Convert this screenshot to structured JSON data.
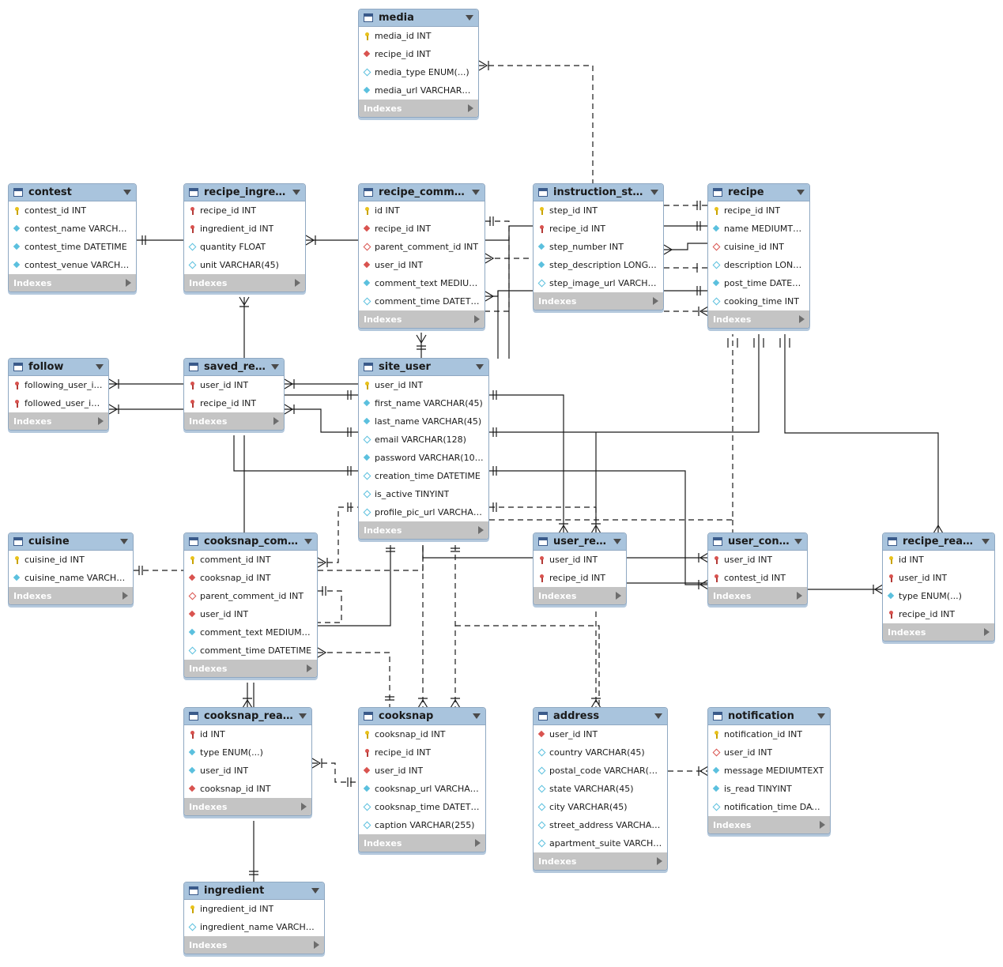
{
  "ui": {
    "indexes_label": "Indexes"
  },
  "tables": [
    {
      "id": "media",
      "title": "media",
      "cols": [
        {
          "t": "pk",
          "label": "media_id INT"
        },
        {
          "t": "fk",
          "label": "recipe_id INT"
        },
        {
          "t": "ncol",
          "label": "media_type ENUM(...)"
        },
        {
          "t": "col",
          "label": "media_url VARCHAR(102..."
        }
      ]
    },
    {
      "id": "contest",
      "title": "contest",
      "cols": [
        {
          "t": "pk",
          "label": "contest_id INT"
        },
        {
          "t": "col",
          "label": "contest_name VARCHAR(45)"
        },
        {
          "t": "col",
          "label": "contest_time DATETIME"
        },
        {
          "t": "col",
          "label": "contest_venue VARCHAR(4..."
        }
      ]
    },
    {
      "id": "recipe_ingredient",
      "title": "recipe_ingredie...",
      "cols": [
        {
          "t": "pkfk",
          "label": "recipe_id INT"
        },
        {
          "t": "pkfk",
          "label": "ingredient_id INT"
        },
        {
          "t": "ncol",
          "label": "quantity FLOAT"
        },
        {
          "t": "ncol",
          "label": "unit VARCHAR(45)"
        }
      ]
    },
    {
      "id": "recipe_comment",
      "title": "recipe_comment",
      "cols": [
        {
          "t": "pk",
          "label": "id INT"
        },
        {
          "t": "fk",
          "label": "recipe_id INT"
        },
        {
          "t": "nfk",
          "label": "parent_comment_id INT"
        },
        {
          "t": "fk",
          "label": "user_id INT"
        },
        {
          "t": "col",
          "label": "comment_text MEDIUMTE..."
        },
        {
          "t": "ncol",
          "label": "comment_time DATETIME"
        }
      ]
    },
    {
      "id": "instruction_steps",
      "title": "instruction_steps",
      "cols": [
        {
          "t": "pk",
          "label": "step_id INT"
        },
        {
          "t": "pkfk",
          "label": "recipe_id INT"
        },
        {
          "t": "col",
          "label": "step_number INT"
        },
        {
          "t": "col",
          "label": "step_description LONGTEXT"
        },
        {
          "t": "ncol",
          "label": "step_image_url VARCHAR(4..."
        }
      ]
    },
    {
      "id": "recipe",
      "title": "recipe",
      "cols": [
        {
          "t": "pk",
          "label": "recipe_id INT"
        },
        {
          "t": "col",
          "label": "name MEDIUMTEXT"
        },
        {
          "t": "nfk",
          "label": "cuisine_id INT"
        },
        {
          "t": "ncol",
          "label": "description LONGTE..."
        },
        {
          "t": "col",
          "label": "post_time DATETIME"
        },
        {
          "t": "ncol",
          "label": "cooking_time INT"
        }
      ]
    },
    {
      "id": "follow",
      "title": "follow",
      "cols": [
        {
          "t": "pkfk",
          "label": "following_user_id I..."
        },
        {
          "t": "pkfk",
          "label": "followed_user_id INT"
        }
      ]
    },
    {
      "id": "saved_recipe",
      "title": "saved_reci...",
      "cols": [
        {
          "t": "pkfk",
          "label": "user_id INT"
        },
        {
          "t": "pkfk",
          "label": "recipe_id INT"
        }
      ]
    },
    {
      "id": "site_user",
      "title": "site_user",
      "cols": [
        {
          "t": "pk",
          "label": "user_id INT"
        },
        {
          "t": "col",
          "label": "first_name VARCHAR(45)"
        },
        {
          "t": "col",
          "label": "last_name VARCHAR(45)"
        },
        {
          "t": "ncol",
          "label": "email VARCHAR(128)"
        },
        {
          "t": "col",
          "label": "password VARCHAR(1024)"
        },
        {
          "t": "ncol",
          "label": "creation_time DATETIME"
        },
        {
          "t": "ncol",
          "label": "is_active TINYINT"
        },
        {
          "t": "ncol",
          "label": "profile_pic_url VARCHAR(25..."
        }
      ]
    },
    {
      "id": "cuisine",
      "title": "cuisine",
      "cols": [
        {
          "t": "pk",
          "label": "cuisine_id INT"
        },
        {
          "t": "col",
          "label": "cuisine_name VARCHAR(4..."
        }
      ]
    },
    {
      "id": "cooksnap_comment",
      "title": "cooksnap_comme...",
      "cols": [
        {
          "t": "pk",
          "label": "comment_id INT"
        },
        {
          "t": "fk",
          "label": "cooksnap_id INT"
        },
        {
          "t": "nfk",
          "label": "parent_comment_id INT"
        },
        {
          "t": "fk",
          "label": "user_id INT"
        },
        {
          "t": "col",
          "label": "comment_text MEDIUMTEXT"
        },
        {
          "t": "ncol",
          "label": "comment_time DATETIME"
        }
      ]
    },
    {
      "id": "user_recipe",
      "title": "user_reci...",
      "cols": [
        {
          "t": "pkfk",
          "label": "user_id INT"
        },
        {
          "t": "pkfk",
          "label": "recipe_id INT"
        }
      ]
    },
    {
      "id": "user_contest",
      "title": "user_cont...",
      "cols": [
        {
          "t": "pkfk",
          "label": "user_id INT"
        },
        {
          "t": "pkfk",
          "label": "contest_id INT"
        }
      ]
    },
    {
      "id": "recipe_reaction",
      "title": "recipe_reaction",
      "cols": [
        {
          "t": "pk",
          "label": "id INT"
        },
        {
          "t": "pkfk",
          "label": "user_id INT"
        },
        {
          "t": "col",
          "label": "type ENUM(...)"
        },
        {
          "t": "pkfk",
          "label": "recipe_id INT"
        }
      ]
    },
    {
      "id": "cooksnap_reaction",
      "title": "cooksnap_reacti...",
      "cols": [
        {
          "t": "pkfk",
          "label": "id INT"
        },
        {
          "t": "col",
          "label": "type ENUM(...)"
        },
        {
          "t": "col",
          "label": "user_id INT"
        },
        {
          "t": "fk",
          "label": "cooksnap_id INT"
        }
      ]
    },
    {
      "id": "cooksnap",
      "title": "cooksnap",
      "cols": [
        {
          "t": "pk",
          "label": "cooksnap_id INT"
        },
        {
          "t": "pkfk",
          "label": "recipe_id INT"
        },
        {
          "t": "fk",
          "label": "user_id INT"
        },
        {
          "t": "col",
          "label": "cooksnap_url VARCHAR(25..."
        },
        {
          "t": "ncol",
          "label": "cooksnap_time DATETIME"
        },
        {
          "t": "ncol",
          "label": "caption VARCHAR(255)"
        }
      ]
    },
    {
      "id": "address",
      "title": "address",
      "cols": [
        {
          "t": "fk",
          "label": "user_id INT"
        },
        {
          "t": "ncol",
          "label": "country VARCHAR(45)"
        },
        {
          "t": "ncol",
          "label": "postal_code VARCHAR(45)"
        },
        {
          "t": "ncol",
          "label": "state VARCHAR(45)"
        },
        {
          "t": "ncol",
          "label": "city VARCHAR(45)"
        },
        {
          "t": "ncol",
          "label": "street_address VARCHAR(45)"
        },
        {
          "t": "ncol",
          "label": "apartment_suite VARCHAR(4..."
        }
      ]
    },
    {
      "id": "notification",
      "title": "notification",
      "cols": [
        {
          "t": "pk",
          "label": "notification_id INT"
        },
        {
          "t": "nfk",
          "label": "user_id INT"
        },
        {
          "t": "col",
          "label": "message MEDIUMTEXT"
        },
        {
          "t": "col",
          "label": "is_read TINYINT"
        },
        {
          "t": "ncol",
          "label": "notification_time DATETI..."
        }
      ]
    },
    {
      "id": "ingredient",
      "title": "ingredient",
      "cols": [
        {
          "t": "pk",
          "label": "ingredient_id INT"
        },
        {
          "t": "ncol",
          "label": "ingredient_name VARCHAR(25..."
        }
      ]
    }
  ]
}
